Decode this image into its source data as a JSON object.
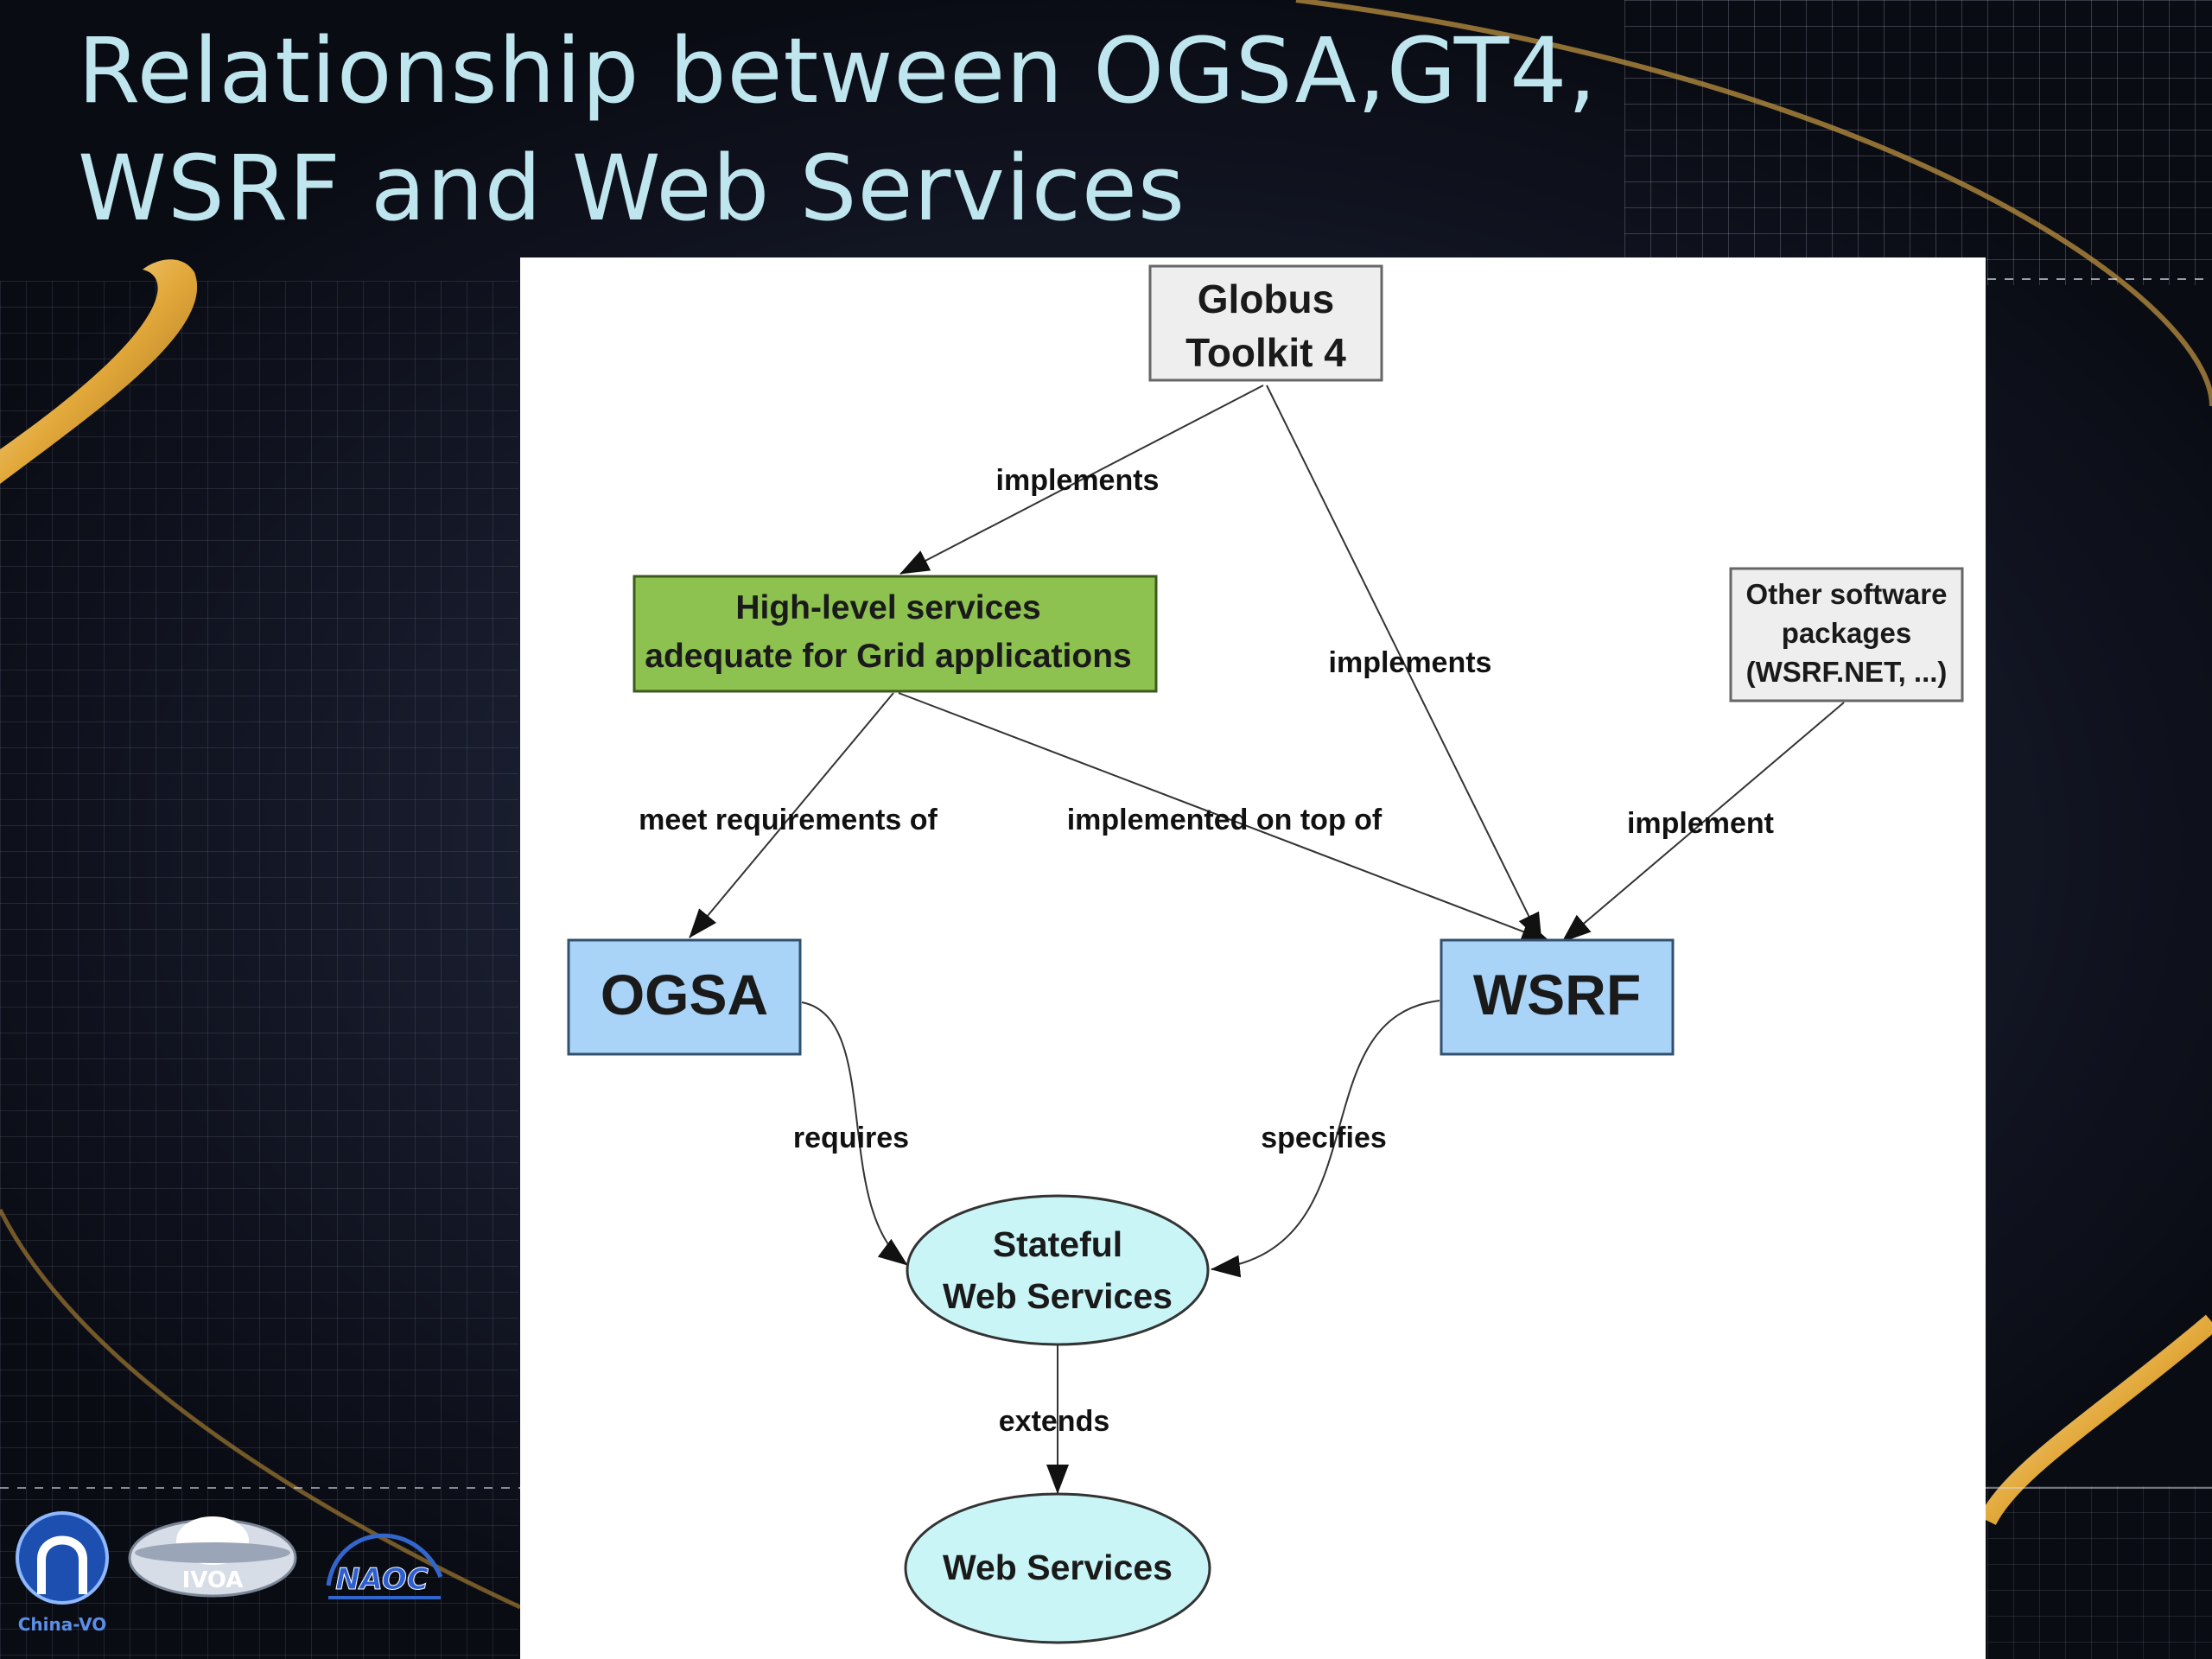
{
  "slide": {
    "title": "Relationship between OGSA,GT4,\nWSRF and Web Services"
  },
  "diagram": {
    "nodes": {
      "globus": {
        "line1": "Globus",
        "line2": "Toolkit 4"
      },
      "high_level": {
        "line1": "High-level services",
        "line2": "adequate for Grid applications"
      },
      "other_software": {
        "line1": "Other software",
        "line2": "packages",
        "line3": "(WSRF.NET, ...)"
      },
      "ogsa": {
        "label": "OGSA"
      },
      "wsrf": {
        "label": "WSRF"
      },
      "stateful": {
        "line1": "Stateful",
        "line2": "Web Services"
      },
      "web_services": {
        "label": "Web Services"
      }
    },
    "edges": {
      "gt4_implements_high_level": "implements",
      "gt4_implements_wsrf": "implements",
      "other_implement_wsrf": "implement",
      "high_level_meets_ogsa": "meet requirements of",
      "high_level_on_top_of_wsrf": "implemented on top of",
      "ogsa_requires_stateful": "requires",
      "wsrf_specifies_stateful": "specifies",
      "stateful_extends_ws": "extends"
    },
    "colors": {
      "green_box": "#8dc150",
      "blue_box": "#a9d4f7",
      "blue_text": "#0b1a6e",
      "ellipse": "#c9f5f7",
      "grey_box": "#eeeeee"
    }
  },
  "logos": {
    "china_vo": "China-VO",
    "ivoa": "IVOA",
    "naoc": "NAOC"
  }
}
